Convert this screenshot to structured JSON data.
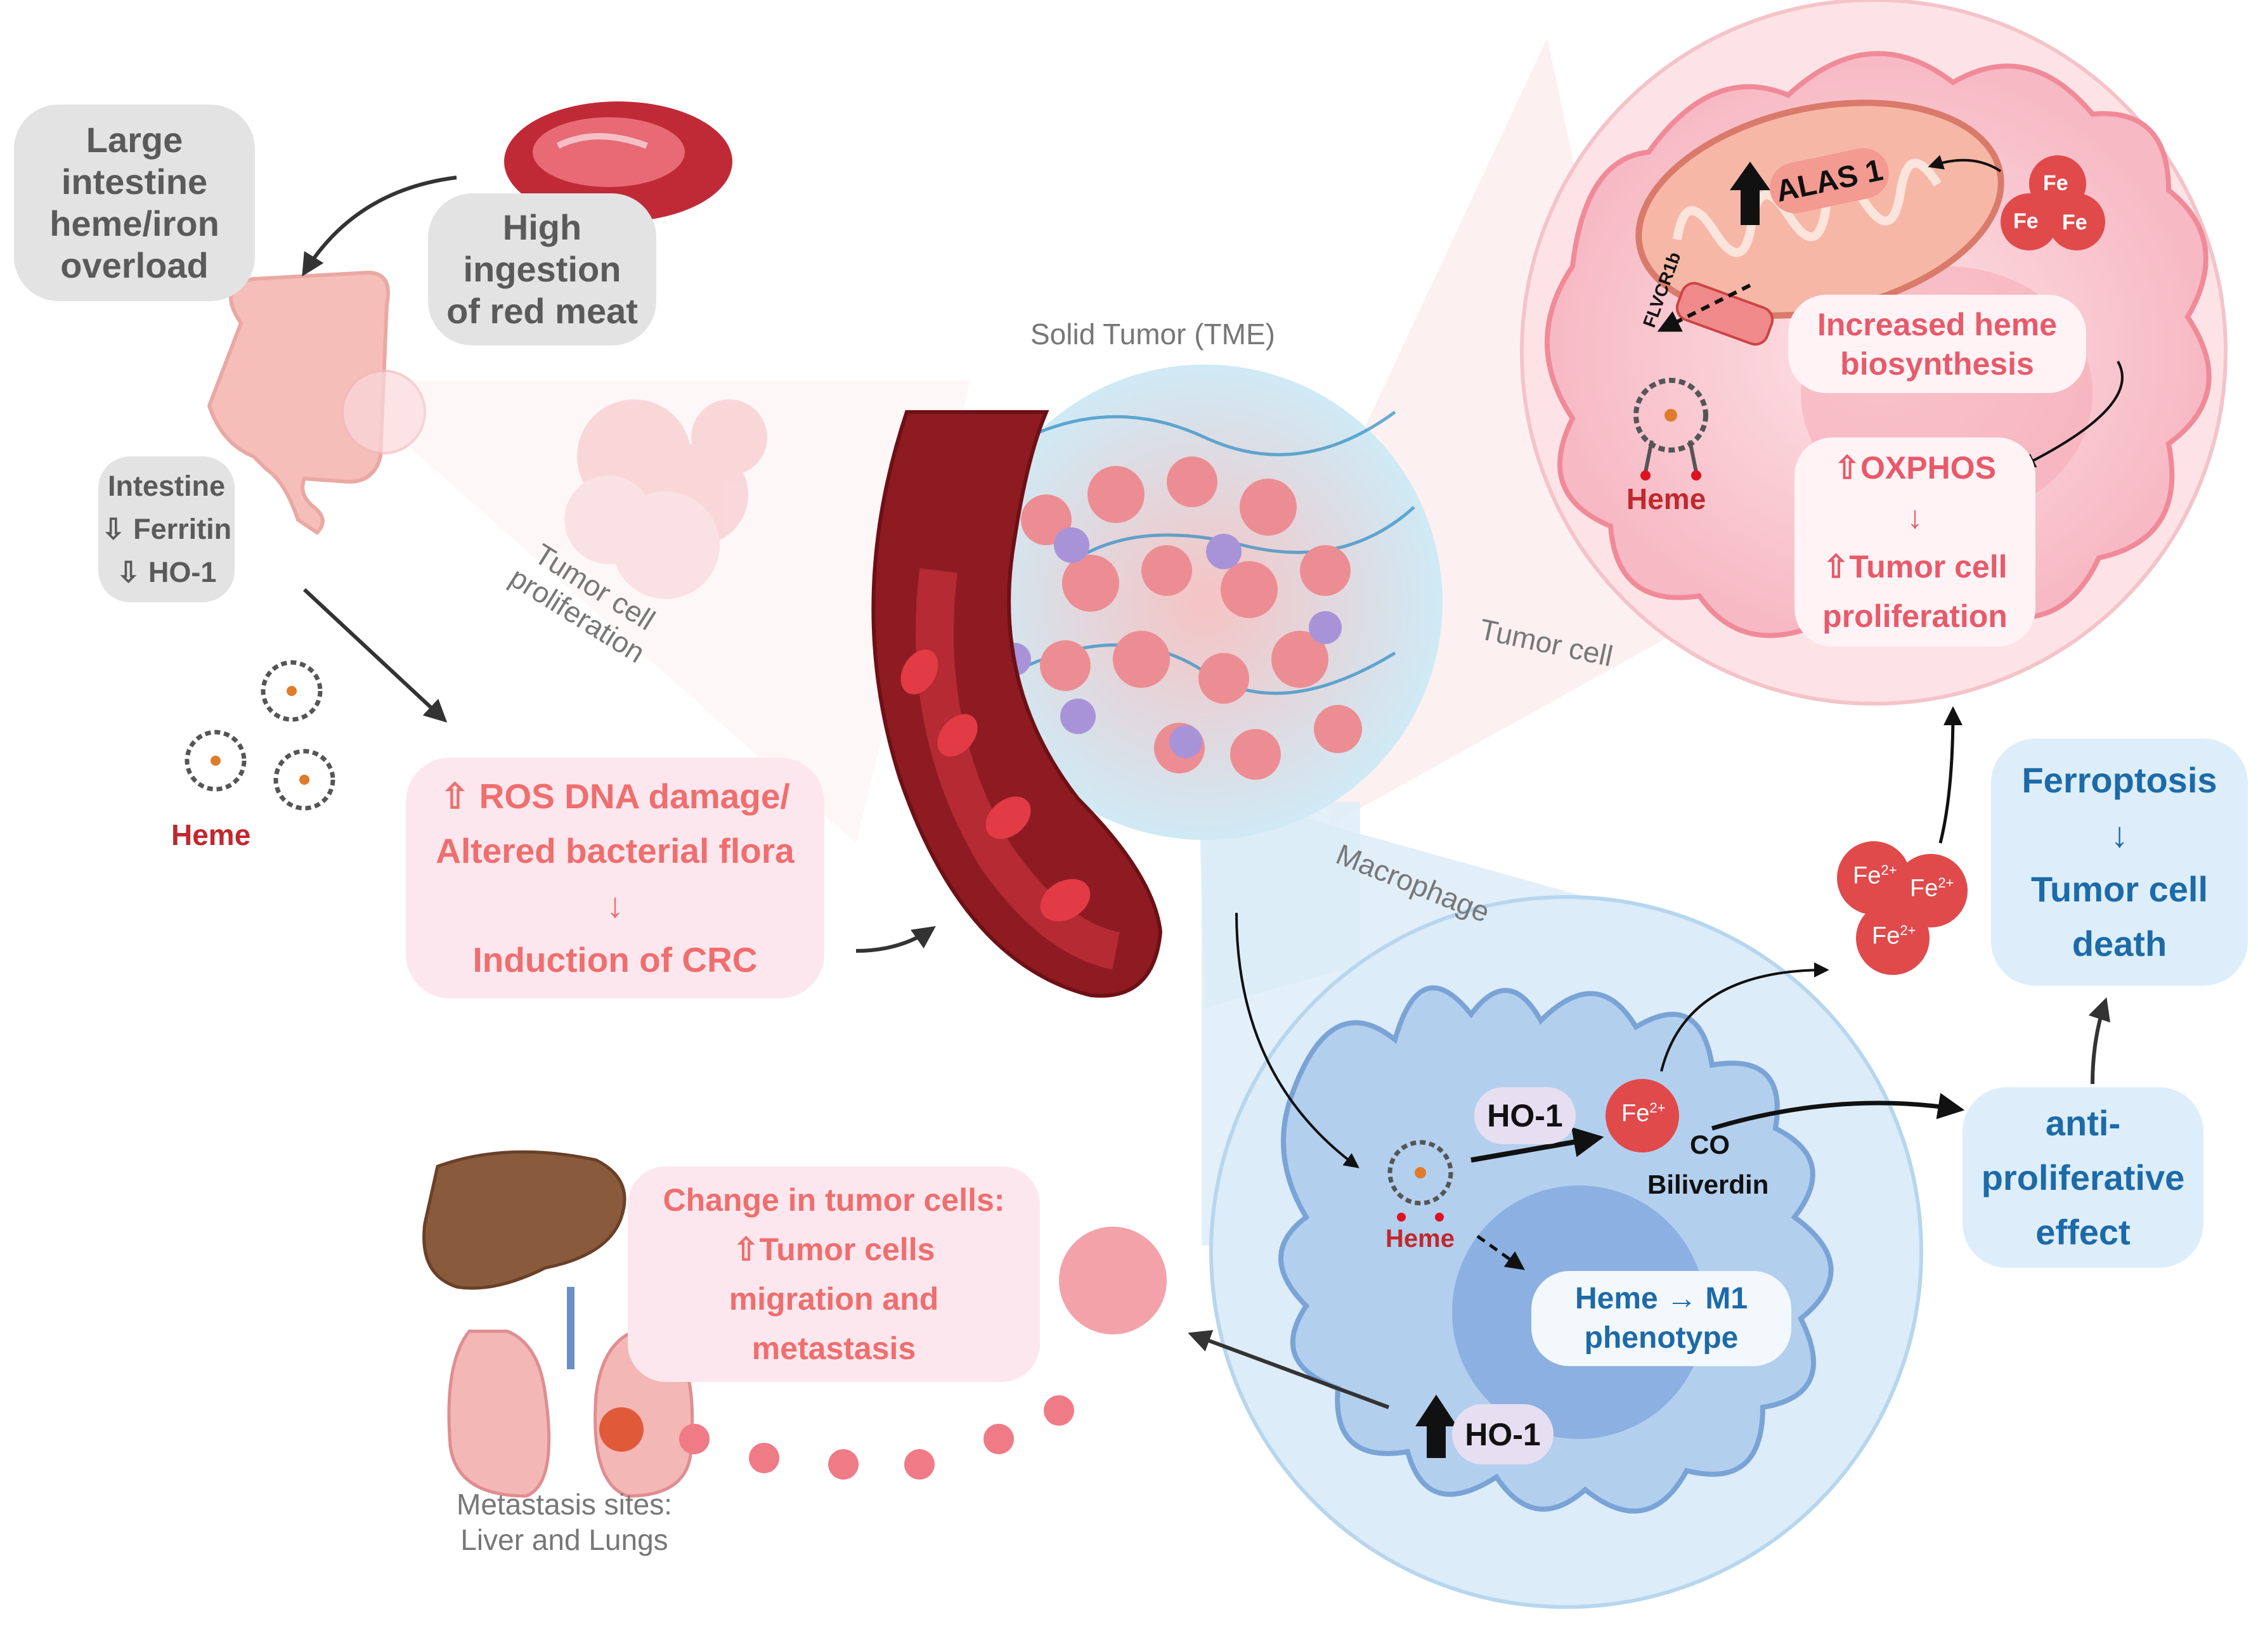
{
  "large_intestine_box": [
    "Large",
    "intestine",
    "heme/iron",
    "overload"
  ],
  "red_meat_box": [
    "High",
    "ingestion",
    "of red meat"
  ],
  "intestine_box": [
    "Intestine",
    "⇩ Ferritin",
    "⇩ HO-1"
  ],
  "heme_label_left": "Heme",
  "ros_box": [
    "⇧ ROS DNA damage/",
    "Altered bacterial flora",
    "↓",
    "Induction of CRC"
  ],
  "tumor_proliferation_label": [
    "Tumor cell",
    "proliferation"
  ],
  "solid_tumor_label": "Solid Tumor (TME)",
  "tumor_cell_label": "Tumor cell",
  "macrophage_label": "Macrophage",
  "mito": {
    "alas_label": "ALAS 1",
    "flvcr_label": "FLVCR1b",
    "fe_label": "Fe",
    "heme_label": "Heme",
    "biosynthesis_box": [
      "Increased heme",
      "biosynthesis"
    ],
    "oxphos_box": [
      "⇧OXPHOS",
      "↓",
      "⇧Tumor cell",
      "proliferation"
    ]
  },
  "fe2": {
    "base": "Fe",
    "sup": "2+"
  },
  "ferroptosis_box": [
    "Ferroptosis",
    "↓",
    "Tumor cell",
    "death"
  ],
  "antiproliferative_box": [
    "anti-",
    "proliferative",
    "effect"
  ],
  "macrophage": {
    "ho1_tag": "HO-1",
    "co_label": "CO",
    "biliverdin_label": "Biliverdin",
    "heme_label": "Heme",
    "m1_box": [
      "Heme →  M1",
      "phenotype"
    ],
    "ho1_up_tag": "HO-1"
  },
  "metastasis_change_box": [
    "Change in tumor cells:",
    "⇧Tumor cells",
    "migration and",
    "metastasis"
  ],
  "metastasis_sites_label": [
    "Metastasis sites:",
    "Liver and Lungs"
  ],
  "colors": {
    "gray_box": "#e3e3e3",
    "pink_box": "#fde7ee",
    "blue_box": "#ddeefa",
    "heme_red": "#c0282d",
    "fe_red": "#e04a4a",
    "blue_text": "#1d6aa8"
  }
}
